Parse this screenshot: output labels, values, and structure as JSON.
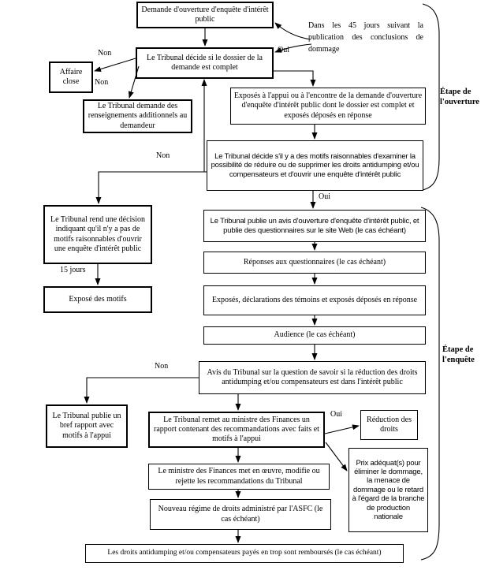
{
  "diagram": {
    "nodes": {
      "demande": "Demande d'ouverture d'enquête d'intérêt public",
      "dossier_complet": "Le Tribunal décide si le dossier de la demande est complet",
      "affaire_close": "Affaire close",
      "renseignements": "Le Tribunal demande des renseignements additionnels au demandeur",
      "exposes_demande": "Exposés à l'appui ou à l'encontre de la demande d'ouverture d'enquête d'intérêt public dont le dossier est complet et exposés déposés en réponse",
      "motifs_raisonnables": "Le Tribunal décide s'il y a des motifs raisonnables d'examiner la possibilité de réduire ou de supprimer les droits antidumping et/ou compensateurs et d'ouvrir une enquête d'intérêt public",
      "decision_pas_motifs": "Le Tribunal rend une décision indiquant qu'il n'y a pas de motifs raisonnables d'ouvrir une enquête d'intérêt public",
      "expose_motifs": "Exposé des motifs",
      "avis_ouverture": "Le Tribunal publie un avis d'ouverture d'enquête d'intérêt public, et publie des questionnaires sur le site Web (le cas échéant)",
      "reponses_questionnaires": "Réponses aux questionnaires (le cas échéant)",
      "exposes_temoins": "Exposés, déclarations des témoins et exposés déposés en réponse",
      "audience": "Audience (le cas échéant)",
      "avis_tribunal": "Avis du Tribunal sur la question de savoir si la réduction des droits antidumping et/ou compensateurs est dans l'intérêt public",
      "bref_rapport": "Le Tribunal publie un bref rapport avec motifs à l'appui",
      "rapport_ministre": "Le Tribunal remet au ministre des Finances un rapport contenant des recommandations avec faits et motifs à l'appui",
      "reduction_droits": "Réduction des droits",
      "prix_adequat": "Prix adéquat(s) pour éliminer le dommage, la menace de dommage ou le retard à l'égard de la branche de production nationale",
      "ministre_finances": "Le ministre des Finances met en œuvre, modifie ou rejette les recommandations du Tribunal",
      "nouveau_regime": "Nouveau régime de droits administré par l'ASFC (le cas échéant)",
      "remboursement": "Les droits antidumping et/ou compensateurs payés en trop sont remboursés (le cas échéant)"
    },
    "note_45_jours": "Dans les 45 jours suivant la publication des conclusions de dommage",
    "edge_labels": {
      "oui": "Oui",
      "non": "Non",
      "quinze_jours": "15 jours"
    },
    "stages": {
      "ouverture": {
        "line1": "Étape de",
        "line2": "l'ouverture"
      },
      "enquete": {
        "line1": "Étape de",
        "line2": "l'enquête"
      }
    }
  }
}
